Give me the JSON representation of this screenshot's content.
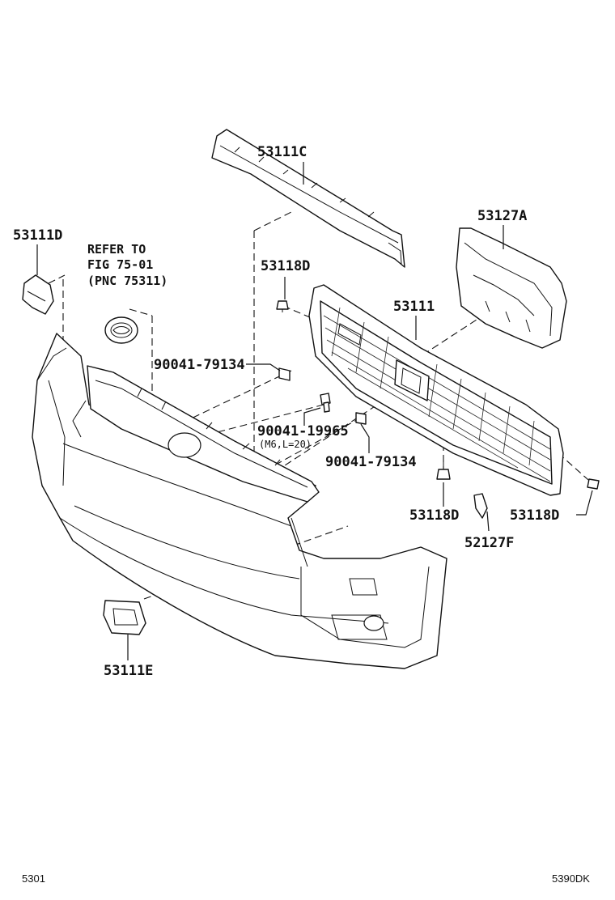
{
  "diagram": {
    "parts": {
      "p53111C": "53111C",
      "p53127A": "53127A",
      "p53111D": "53111D",
      "p53118D_top": "53118D",
      "p53111": "53111",
      "p90041_79134_left": "90041-79134",
      "p90041_19965": "90041-19965",
      "p90041_19965_spec": "(M6,L=20)",
      "p90041_79134_right": "90041-79134",
      "p53118D_mid": "53118D",
      "p53118D_right": "53118D",
      "p52127F": "52127F",
      "p53111E": "53111E"
    },
    "refer_note": {
      "line1": "REFER TO",
      "line2": "FIG 75-01",
      "line3": "(PNC 75311)"
    },
    "footer": {
      "left_code": "5301",
      "right_code": "5390DK"
    }
  }
}
